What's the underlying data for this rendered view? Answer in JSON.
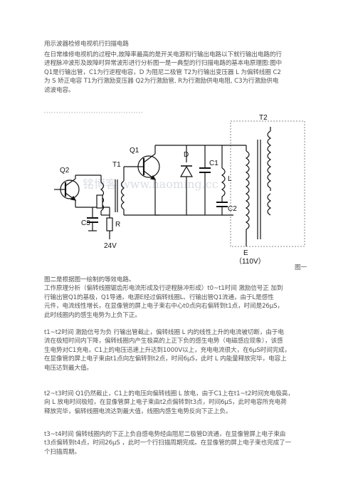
{
  "title": "用示波器检修电视机行扫描电路",
  "intro_lines": [
    "在日常维修电视机的过程中,故障率最高的是开关电源和行输出电路以下就行输出电路的行",
    "进程脉冲波形及故障时异常波形进行分析图一是一典型的行扫描电路的基本电原理图:图中",
    "Q1是行输出管，C1为行逆程电容，D 为阻尼二极管  T2为行输出变压器  L 为偏转线圈  C2",
    "为 S 矫正电容  T1为行激励变压器  Q2为行激励管, R为行激励供电电阻, C3为行激励供电",
    "滤波电容。"
  ],
  "figure": {
    "caption": "图一",
    "watermark": "铭博客 www.haoming.cc",
    "labels": {
      "q2": "Q2",
      "t1": "T1",
      "q1": "Q1",
      "t2": "T2",
      "c1": "C1",
      "d": "D",
      "l": "L",
      "c2": "C2",
      "c3": "C3",
      "r": "R",
      "v24": "24V",
      "e": "E",
      "v110": "（110V）"
    }
  },
  "section2_lines": [
    "图二是根据图一绘制的等效电路。",
    "工作原理分析（偏转线圈锯齿形电流形成及行逆程脉冲形成）t0~t1时间  激励信号正  加到",
    "行输出管Q1的基极，Q1导通，电源E经过偏转线圈L、行输出管Q1流通，由于L是感性",
    "元件，电流线性增长，在显像管的屏上电子束右中心t0点向右偏转到t1点，时间是26μS，",
    "此时线圈内的感生电势为上负下正。"
  ],
  "section3_lines": [
    "t1~t2时间  激励信号为负  行输出管截止，偏转线圈 L 内的线性上升的电流被切断，由于电",
    "流在极短时间内下降，偏转线圈内产生极高的上正下负的感生电势（电磁感应现象），该感",
    "生电势对C1充电，C1上的电压迅速上升达到1000V以上，充电电流很大，在6μS时间完成，",
    "在显像管的屏上电子束由t1点向左偏转到t2点，时间6μS，此时 L 内能量释放完毕，电容上",
    "电压达到最大值。"
  ],
  "section4_lines": [
    "t2~t3时间  Q1仍然截止，C1上的电压向偏转线圈 L 放电，由于C1上在t1~t2时间充电极高，",
    "向 L 放电时间极短，在显像管屏上电子束由t2点偏转到t3点，时间6μS，此时电容所充电荷",
    "释放完毕，偏转线圈电流达到最大值，线圈内感生电势反向下正上负。"
  ],
  "section5_lines": [
    "t3~t4时间  偏转线圈内的下正上负自感电势经由阻尼二极管D流通，在显像管屏上电子束由",
    "t3点偏转到t4点，时间26μS  ，此时一个行扫描周期完成。在显像管的屏上电子束也完成了一",
    "个扫描周期。"
  ]
}
